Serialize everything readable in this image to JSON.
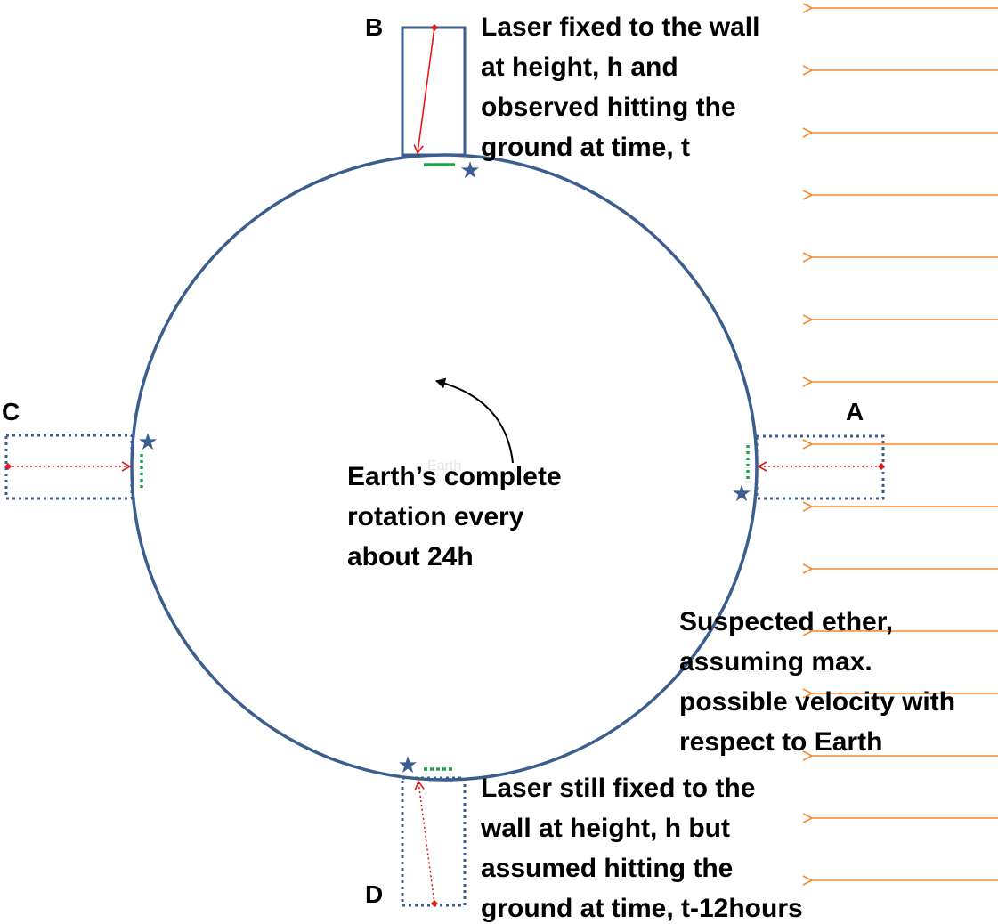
{
  "labels": {
    "a": "A",
    "b": "B",
    "c": "C",
    "d": "D"
  },
  "earth_faint_label": "Earth",
  "rotation_text": [
    "Earth’s complete",
    "rotation every",
    "about 24h"
  ],
  "laser_b_text": [
    "Laser fixed to the wall",
    "at height, h and",
    "observed hitting the",
    "ground at time, t"
  ],
  "laser_d_text": [
    "Laser still fixed to the",
    "wall at height, h but",
    "assumed hitting the",
    "ground at time, t-12hours"
  ],
  "ether_text": [
    "Suspected ether,",
    "assuming max.",
    "possible velocity with",
    "respect to  Earth"
  ],
  "colors": {
    "earth": "#3b5e8f",
    "laser": "#e01b1b",
    "ether_arrow": "#f08a32",
    "ground_mark": "#1aa64a",
    "text": "#000000"
  },
  "icons": {
    "observer": "star-icon",
    "laser_source": "diamond-icon"
  }
}
